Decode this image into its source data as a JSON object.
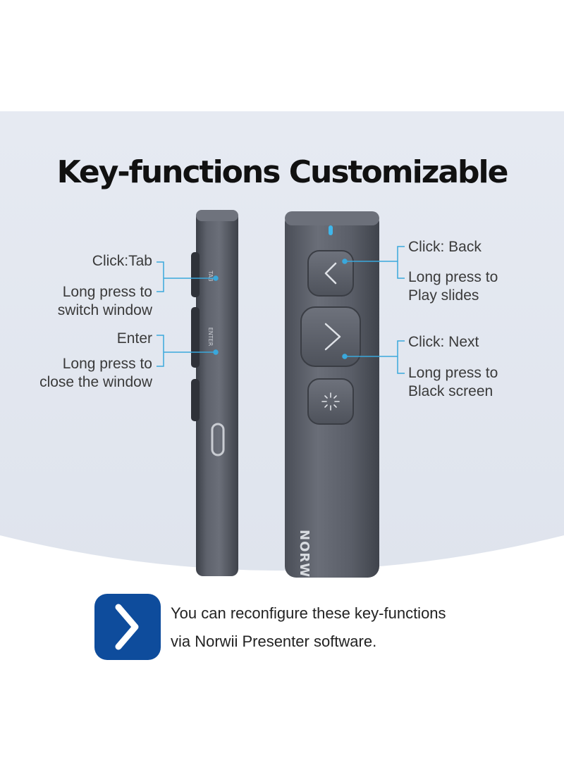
{
  "title": "Key-functions Customizable",
  "left_labels": {
    "tab_click": "Click:Tab",
    "tab_long_1": "Long press to",
    "tab_long_2": "switch window",
    "enter_click": "Enter",
    "enter_long_1": "Long press to",
    "enter_long_2": "close the window"
  },
  "right_labels": {
    "back_click": "Click: Back",
    "back_long_1": "Long press to",
    "back_long_2": "Play slides",
    "next_click": "Click: Next",
    "next_long_1": "Long press to",
    "next_long_2": "Black screen"
  },
  "side_engravings": {
    "tab": "TAB",
    "enter": "ENTER"
  },
  "brand_partial": "NORW",
  "footer": {
    "line1": "You can reconfigure these key-functions",
    "line2": "via Norwii Presenter software."
  },
  "colors": {
    "background_band": "#e4e8f0",
    "device_body": "#5b5f69",
    "callout_line": "#3aa8dc",
    "badge": "#0e4c9c",
    "led": "#3fb6ea"
  },
  "icons": {
    "back_button": "chevron-left-icon",
    "next_button": "chevron-right-icon",
    "laser_button": "sparkle-icon",
    "footer_badge": "chevron-right-icon"
  }
}
